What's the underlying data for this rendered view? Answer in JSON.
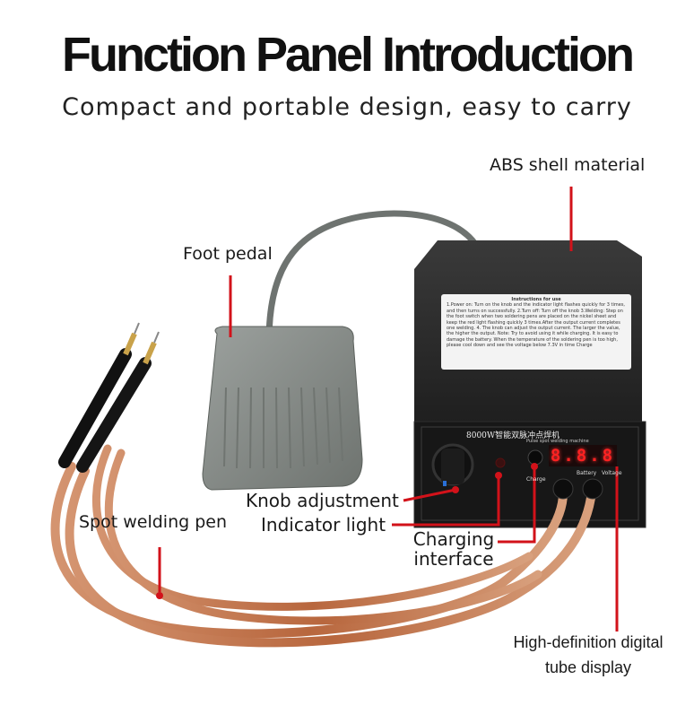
{
  "header": {
    "title": "Function Panel Introduction",
    "subtitle": "Compact and portable design, easy to carry"
  },
  "callouts": {
    "abs_shell": "ABS shell material",
    "foot_pedal": "Foot pedal",
    "knob": "Knob adjustment",
    "indicator": "Indicator light",
    "charging_1": "Charging",
    "charging_2": "interface",
    "pen": "Spot welding pen",
    "display_1": "High-definition digital",
    "display_2": "tube display"
  },
  "device": {
    "model_label": "8000W智能双脉冲点焊机",
    "model_sub": "Pulse spot welding machine",
    "display_value": "8.8.8",
    "port_battery": "Battery",
    "port_voltage": "Voltage",
    "port_charge": "Charge",
    "manual_title": "Instructions for use",
    "manual_body": "1.Power on: Turn on the knob and the indicator light flashes quickly for 3 times, and then turns on successfully. 2.Turn off: Turn off the knob 3.Welding: Step on the foot switch when two soldering pens are placed on the nickel sheet and keep the red light flashing quickly 3 times.After the output current completes one welding. 4. The knob can adjust the output current. The larger the value, the higher the output. Note: Try to avoid using it while charging. It is easy to damage the battery. When the temperature of the soldering pen is too high, please cool down and see the voltage below 7.3V in time Charge"
  },
  "colors": {
    "leader": "#d2121a",
    "shell": "#222222",
    "pedal": "#8a8f8c",
    "cable": "#c47a4e"
  }
}
